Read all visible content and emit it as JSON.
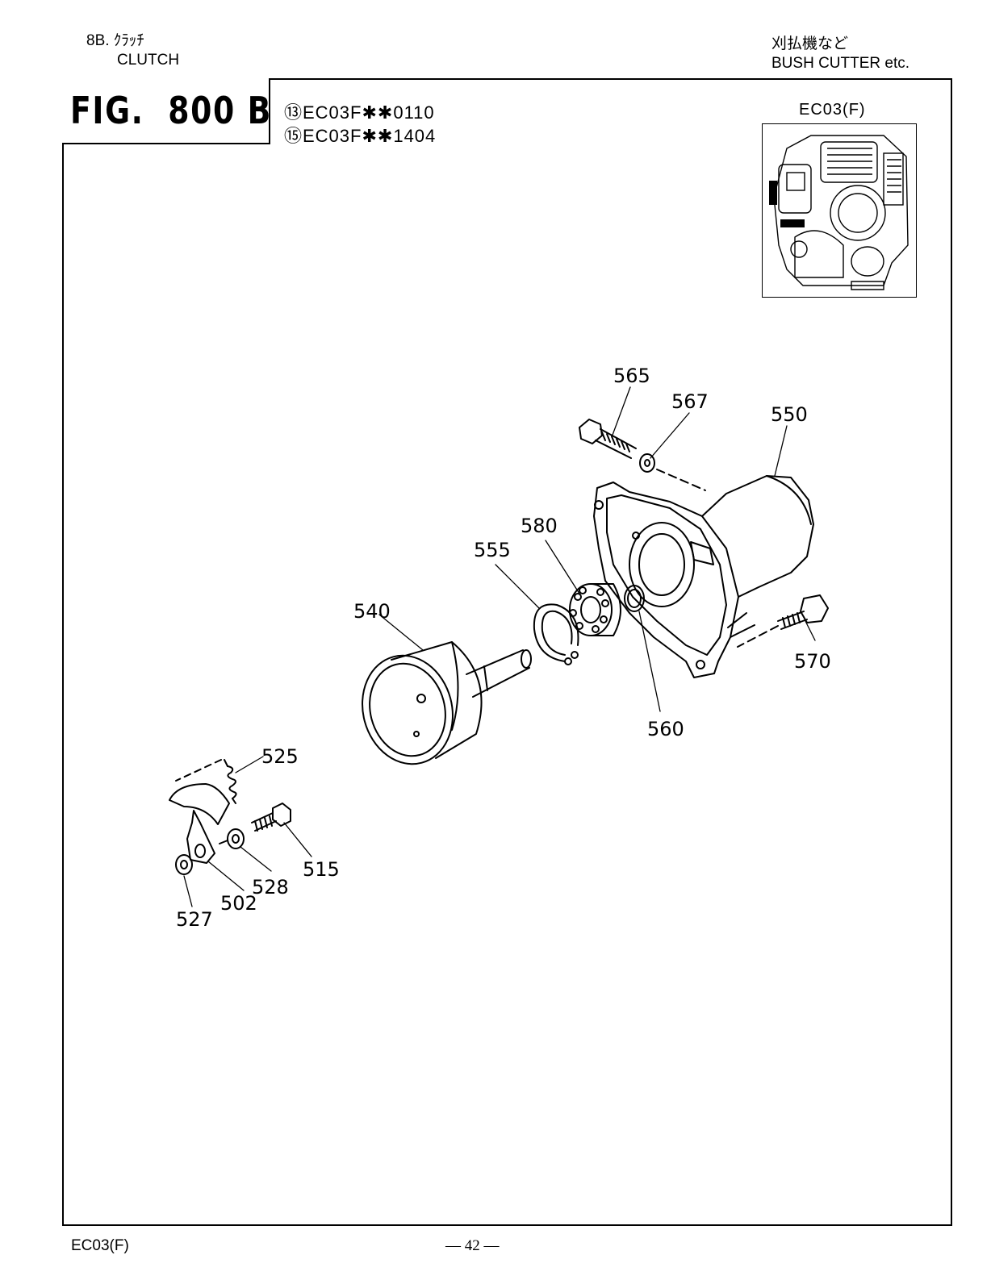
{
  "header": {
    "section_jp": "8B. ｸﾗｯﾁ",
    "section_en": "CLUTCH",
    "category_jp": "刈払機など",
    "category_en": "BUSH CUTTER etc."
  },
  "figure": {
    "label": "FIG.  800 B",
    "serial_1": "⑬EC03F✱✱0110",
    "serial_2": "⑮EC03F✱✱1404",
    "model_caption": "EC03(F)"
  },
  "parts": {
    "p565": "565",
    "p567": "567",
    "p550": "550",
    "p580": "580",
    "p555": "555",
    "p540": "540",
    "p570": "570",
    "p560": "560",
    "p525": "525",
    "p515": "515",
    "p528": "528",
    "p502": "502",
    "p527": "527"
  },
  "footer": {
    "model": "EC03(F)",
    "page": "— 42 —"
  }
}
